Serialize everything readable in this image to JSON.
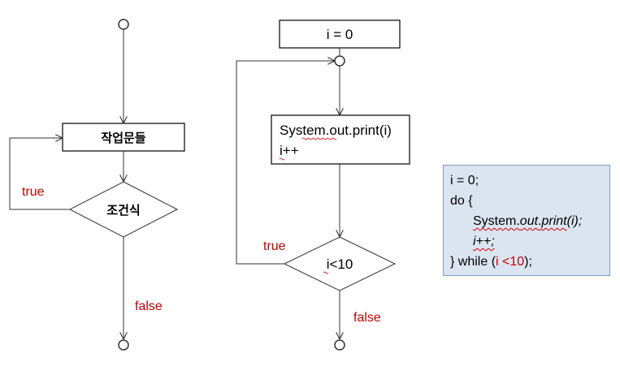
{
  "left_flow": {
    "statements_label": "작업문들",
    "condition_label": "조건식",
    "true_label": "true",
    "false_label": "false"
  },
  "middle_flow": {
    "init_label": "i = 0",
    "body_line1": "System.out.print(i)",
    "body_line2": "i++",
    "condition_label": "i<10",
    "true_label": "true",
    "false_label": "false"
  },
  "code": {
    "line1": "i = 0;",
    "line2": "do {",
    "line3_a": "System.",
    "line3_b": "out",
    "line3_c": ".",
    "line3_d": "print",
    "line3_e": "(",
    "line3_f": "i",
    "line3_g": ");",
    "line4": "i++;",
    "line5_a": "} while (",
    "line5_b": "i <10",
    "line5_c": ");"
  },
  "colors": {
    "line": "#333333",
    "label_red": "#c00000",
    "code_bg": "#dbe5f1"
  }
}
